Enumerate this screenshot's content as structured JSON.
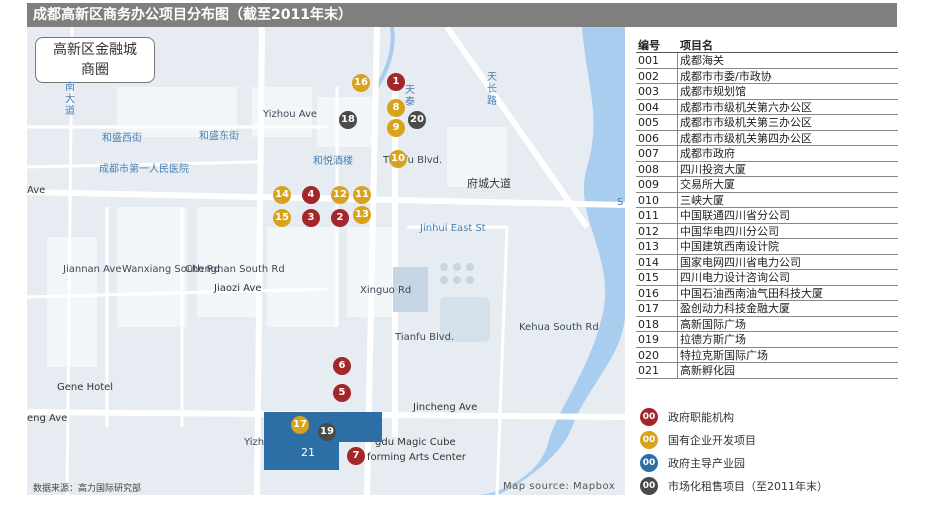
{
  "title": "成都高新区商务办公项目分布图（截至2011年末）",
  "callout": {
    "line1": "高新区金融城",
    "line2": "商圈"
  },
  "map_labels": {
    "nan_da_dao": "南大道",
    "tianchang_lu": "天长路",
    "heshengxi": "和盛西街",
    "heshengdong": "和盛东街",
    "yizhou_ave": "Yizhou Ave",
    "heyue_jiulou": "和悦酒楼",
    "hospital": "成都市第一人民医院",
    "tianfu_blvd": "Tianfu Blvd.",
    "tian_tai": "天泰",
    "fucheng": "府城大道",
    "jinhui": "Jinhui East St",
    "ave_left": "Ave",
    "jiaozi": "Jiaozi Ave",
    "jiannan": "Jiannan Ave",
    "wanxiang": "Wanxiang South Rd",
    "chengdian": "Chenghan South Rd",
    "xingyao": "Xinguo Rd",
    "tianfu_blvd2": "Tianfu Blvd.",
    "kehua": "Kehua South Rd",
    "gene_hotel": "Gene Hotel",
    "jincheng": "Jincheng Ave",
    "cheng_ave": "eng Ave",
    "magic_cube": "gdu Magic Cube",
    "arts_center": "forming Arts Center",
    "yizhou_ave2": "Yizhou Ave",
    "side_s": "S"
  },
  "markers": [
    {
      "num": "1",
      "type": "gov"
    },
    {
      "num": "2",
      "type": "gov"
    },
    {
      "num": "3",
      "type": "gov"
    },
    {
      "num": "4",
      "type": "gov"
    },
    {
      "num": "5",
      "type": "gov"
    },
    {
      "num": "6",
      "type": "gov"
    },
    {
      "num": "7",
      "type": "gov"
    },
    {
      "num": "8",
      "type": "soe"
    },
    {
      "num": "9",
      "type": "soe"
    },
    {
      "num": "10",
      "type": "soe"
    },
    {
      "num": "11",
      "type": "soe"
    },
    {
      "num": "12",
      "type": "soe"
    },
    {
      "num": "13",
      "type": "soe"
    },
    {
      "num": "14",
      "type": "soe"
    },
    {
      "num": "15",
      "type": "soe"
    },
    {
      "num": "16",
      "type": "soe"
    },
    {
      "num": "17",
      "type": "soe"
    },
    {
      "num": "18",
      "type": "market"
    },
    {
      "num": "19",
      "type": "market"
    },
    {
      "num": "20",
      "type": "market"
    }
  ],
  "zone": {
    "num": "21"
  },
  "source_left": "数据来源：高力国际研究部",
  "source_map": "Map source: Mapbox",
  "table": {
    "head_num": "编号",
    "head_name": "项目名",
    "rows": [
      {
        "num": "001",
        "name": "成都海关"
      },
      {
        "num": "002",
        "name": "成都市市委/市政协"
      },
      {
        "num": "003",
        "name": "成都市规划馆"
      },
      {
        "num": "004",
        "name": "成都市市级机关第六办公区"
      },
      {
        "num": "005",
        "name": "成都市市级机关第三办公区"
      },
      {
        "num": "006",
        "name": "成都市市级机关第四办公区"
      },
      {
        "num": "007",
        "name": "成都市政府"
      },
      {
        "num": "008",
        "name": "四川投资大厦"
      },
      {
        "num": "009",
        "name": "交易所大厦"
      },
      {
        "num": "010",
        "name": "三峡大厦"
      },
      {
        "num": "011",
        "name": "中国联通四川省分公司"
      },
      {
        "num": "012",
        "name": "中国华电四川分公司"
      },
      {
        "num": "013",
        "name": "中国建筑西南设计院"
      },
      {
        "num": "014",
        "name": "国家电网四川省电力公司"
      },
      {
        "num": "015",
        "name": "四川电力设计咨询公司"
      },
      {
        "num": "016",
        "name": "中国石油西南油气田科技大厦"
      },
      {
        "num": "017",
        "name": "盈创动力科技金融大厦"
      },
      {
        "num": "018",
        "name": "高新国际广场"
      },
      {
        "num": "019",
        "name": "拉德方斯广场"
      },
      {
        "num": "020",
        "name": "特拉克斯国际广场"
      },
      {
        "num": "021",
        "name": "高新孵化园"
      }
    ]
  },
  "legend": [
    {
      "code": "00",
      "label": "政府职能机构",
      "color": "#a3262a"
    },
    {
      "code": "00",
      "label": "国有企业开发项目",
      "color": "#d9a21b"
    },
    {
      "code": "00",
      "label": "政府主导产业园",
      "color": "#2e6ea6"
    },
    {
      "code": "00",
      "label": "市场化租售项目（至2011年末）",
      "color": "#4a4a4a"
    }
  ],
  "colors": {
    "gov": "#a3262a",
    "soe": "#d9a21b",
    "park": "#2e6ea6",
    "market": "#4a4a4a"
  }
}
